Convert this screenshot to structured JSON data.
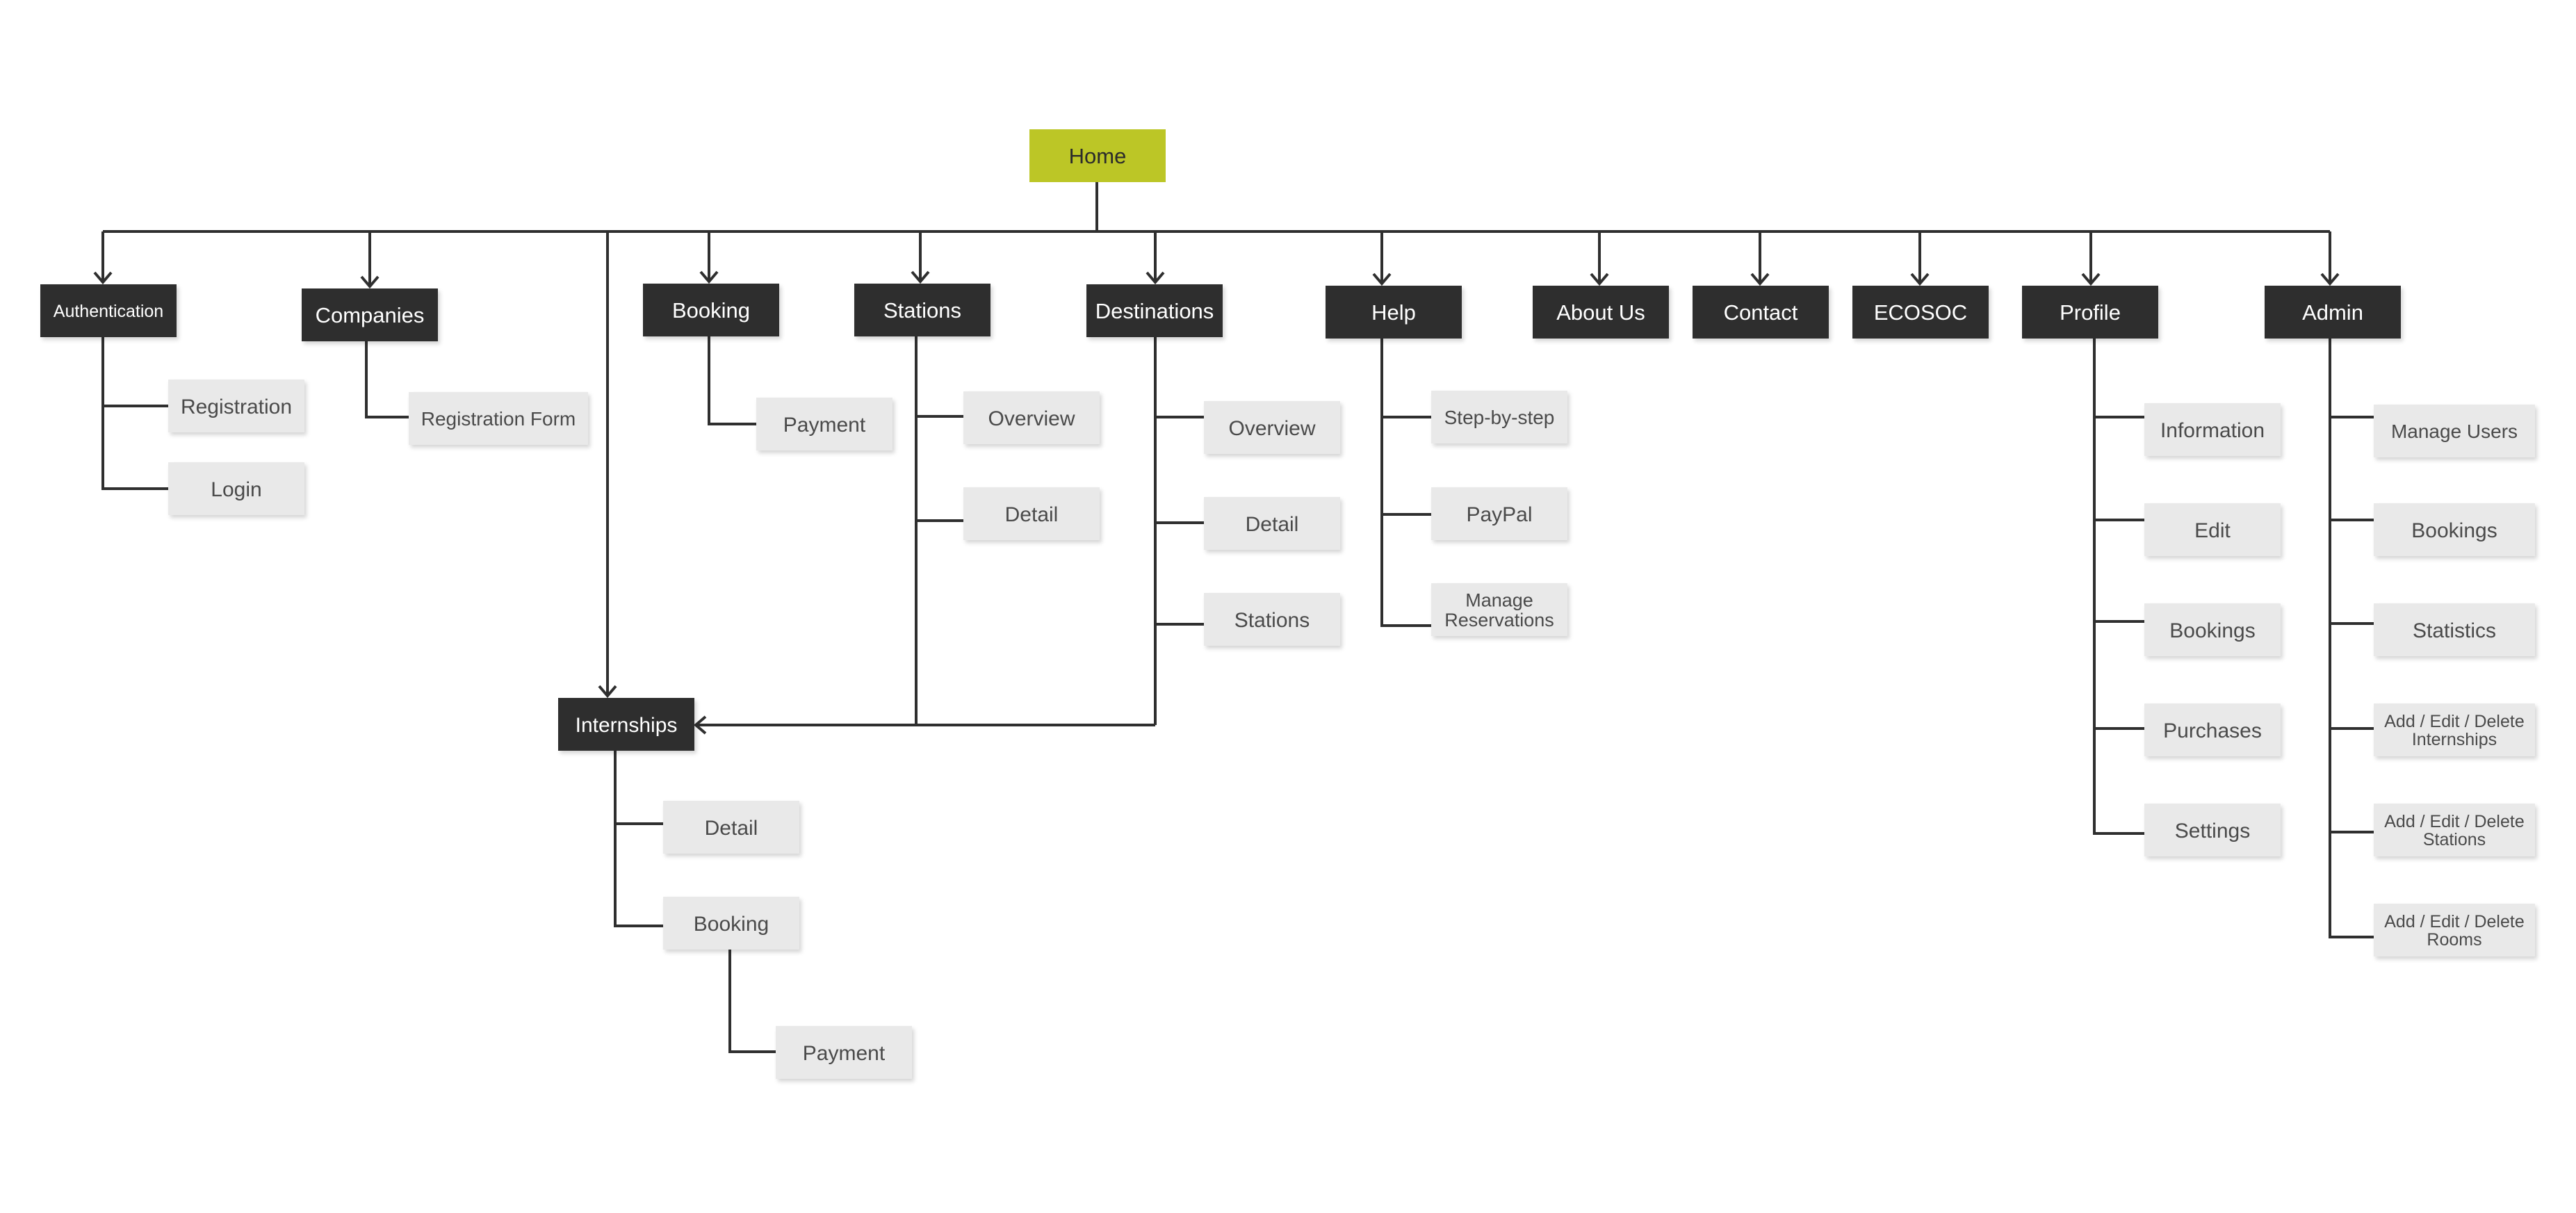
{
  "sitemap": {
    "root": {
      "id": "home",
      "label": "Home"
    },
    "main_sections": [
      {
        "id": "authentication",
        "label": "Authentication"
      },
      {
        "id": "companies",
        "label": "Companies"
      },
      {
        "id": "booking",
        "label": "Booking"
      },
      {
        "id": "stations",
        "label": "Stations"
      },
      {
        "id": "destinations",
        "label": "Destinations"
      },
      {
        "id": "help",
        "label": "Help"
      },
      {
        "id": "about-us",
        "label": "About Us"
      },
      {
        "id": "contact",
        "label": "Contact"
      },
      {
        "id": "ecosoc",
        "label": "ECOSOC"
      },
      {
        "id": "profile",
        "label": "Profile"
      },
      {
        "id": "admin",
        "label": "Admin"
      },
      {
        "id": "internships",
        "label": "Internships"
      }
    ],
    "sub_pages": [
      {
        "id": "auth-registration",
        "label": "Registration",
        "parent": "authentication"
      },
      {
        "id": "auth-login",
        "label": "Login",
        "parent": "authentication"
      },
      {
        "id": "companies-registration-form",
        "label": "Registration Form",
        "parent": "companies"
      },
      {
        "id": "booking-payment",
        "label": "Payment",
        "parent": "booking"
      },
      {
        "id": "stations-overview",
        "label": "Overview",
        "parent": "stations"
      },
      {
        "id": "stations-detail",
        "label": "Detail",
        "parent": "stations"
      },
      {
        "id": "destinations-overview",
        "label": "Overview",
        "parent": "destinations"
      },
      {
        "id": "destinations-detail",
        "label": "Detail",
        "parent": "destinations"
      },
      {
        "id": "destinations-stations",
        "label": "Stations",
        "parent": "destinations"
      },
      {
        "id": "help-step-by-step",
        "label": "Step-by-step",
        "parent": "help"
      },
      {
        "id": "help-paypal",
        "label": "PayPal",
        "parent": "help"
      },
      {
        "id": "help-manage-reservations",
        "label": "Manage\nReservations",
        "parent": "help"
      },
      {
        "id": "internships-detail",
        "label": "Detail",
        "parent": "internships"
      },
      {
        "id": "internships-booking",
        "label": "Booking",
        "parent": "internships"
      },
      {
        "id": "internships-booking-payment",
        "label": "Payment",
        "parent": "internships-booking"
      },
      {
        "id": "profile-information",
        "label": "Information",
        "parent": "profile"
      },
      {
        "id": "profile-edit",
        "label": "Edit",
        "parent": "profile"
      },
      {
        "id": "profile-bookings",
        "label": "Bookings",
        "parent": "profile"
      },
      {
        "id": "profile-purchases",
        "label": "Purchases",
        "parent": "profile"
      },
      {
        "id": "profile-settings",
        "label": "Settings",
        "parent": "profile"
      },
      {
        "id": "admin-manage-users",
        "label": "Manage Users",
        "parent": "admin"
      },
      {
        "id": "admin-bookings",
        "label": "Bookings",
        "parent": "admin"
      },
      {
        "id": "admin-statistics",
        "label": "Statistics",
        "parent": "admin"
      },
      {
        "id": "admin-internships",
        "label": "Add / Edit / Delete\nInternships",
        "parent": "admin"
      },
      {
        "id": "admin-stations",
        "label": "Add / Edit / Delete\nStations",
        "parent": "admin"
      },
      {
        "id": "admin-rooms",
        "label": "Add / Edit / Delete\nRooms",
        "parent": "admin"
      }
    ],
    "cross_links": [
      {
        "from": "stations",
        "to": "internships"
      },
      {
        "from": "destinations",
        "to": "internships"
      }
    ]
  },
  "colors": {
    "root_fill": "#bcc626",
    "root_text": "#2b2b2b",
    "section_fill": "#2f2f2f",
    "section_text": "#ffffff",
    "sub_fill": "#e9e9e9",
    "sub_text": "#4a4a4a",
    "line": "#2f2f2f",
    "background": "#ffffff"
  }
}
